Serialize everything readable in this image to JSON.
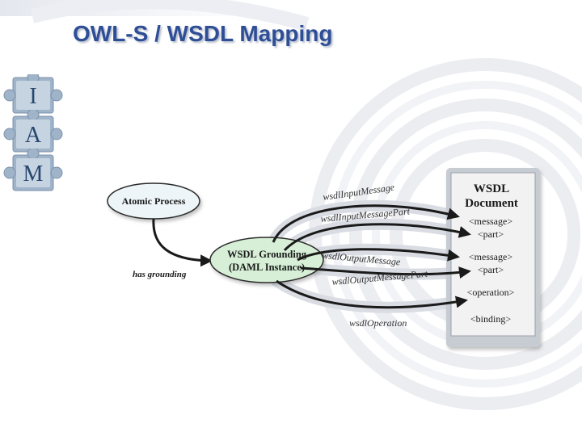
{
  "title": "OWL-S / WSDL Mapping",
  "logo": {
    "letters": [
      "I",
      "A",
      "M"
    ]
  },
  "nodes": {
    "atomic_process": "Atomic Process",
    "grounding_line1": "WSDL Grounding",
    "grounding_line2": "(DAML Instance)"
  },
  "edge_labels": {
    "has_grounding": "has grounding",
    "input_message": "wsdlInputMessage",
    "input_message_part": "wsdlInputMessagePart",
    "output_message": "wsdlOutputMessage",
    "output_message_part": "wsdlOutputMessagePart",
    "operation": "wsdlOperation"
  },
  "wsdl_document": {
    "title_line1": "WSDL",
    "title_line2": "Document",
    "items": [
      "<message>",
      "<part>",
      "<message>",
      "<part>",
      "<operation>",
      "<binding>"
    ]
  },
  "colors": {
    "title": "#2e4e96",
    "atomic_process_fill": "#eef5f8",
    "grounding_fill": "#d6efd6",
    "document_fill": "#f2f2f2",
    "arrows": "#1a1a1a"
  }
}
